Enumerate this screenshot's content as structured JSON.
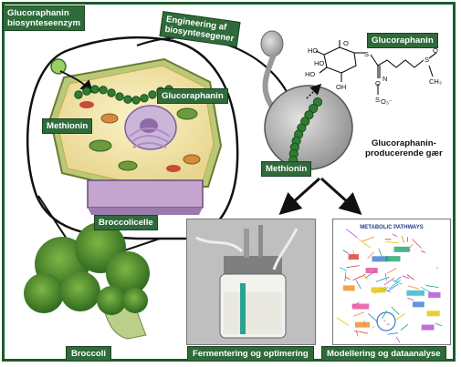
{
  "labels": {
    "enzyme": "Glucoraphanin\nbiosynteseenzym",
    "engineering": "Engineering af\nbiosyntesegener",
    "glucoraphanin_cell": "Glucoraphanin",
    "methionin_cell": "Methionin",
    "broccolicelle": "Broccolicelle",
    "glucoraphanin_top": "Glucoraphanin",
    "methionin_yeast": "Methionin",
    "yeast_caption": "Glucoraphanin-\nproducerende gær",
    "broccoli": "Broccoli",
    "fermentation": "Fermentering og optimering",
    "modelling": "Modellering og dataanalyse",
    "pathways_title": "METABOLIC PATHWAYS"
  },
  "molecule": {
    "atoms": [
      "HO",
      "HO",
      "HO",
      "OH",
      "O",
      "S",
      "N",
      "O",
      "S",
      "O₃⁻",
      "S",
      "O",
      "CH₃"
    ]
  },
  "colors": {
    "frame": "#1f5a2a",
    "label_bg": "#2f6b3a",
    "bead": "#2e7d32",
    "bead_dark": "#1b4d1f"
  }
}
